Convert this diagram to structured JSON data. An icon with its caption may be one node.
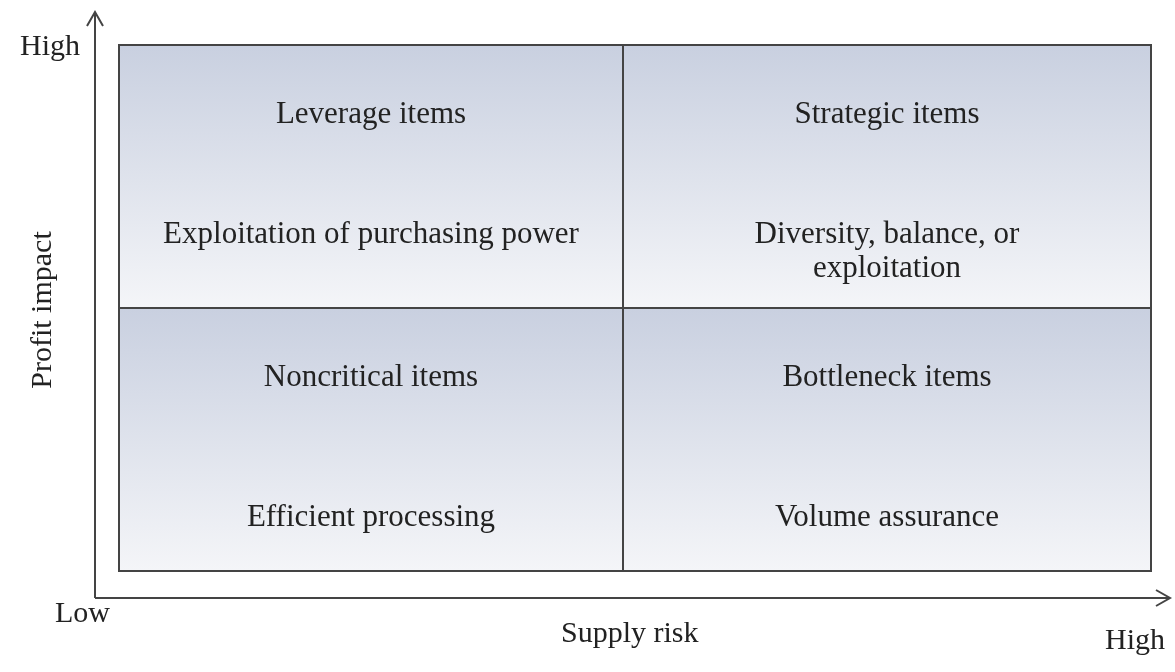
{
  "diagram": {
    "nodes": [
      {
        "text": [
          "Leverage items",
          "Exploitation of purchasing power"
        ]
      },
      {
        "text": [
          "Strategic items",
          "Diversity, balance, or exploitation"
        ]
      },
      {
        "text": [
          "Noncritical items",
          "Efficient processing"
        ]
      },
      {
        "text": [
          "Bottleneck items",
          "Volume assurance"
        ]
      }
    ],
    "edges": [],
    "labels": [
      "High",
      "Profit impact",
      "Low",
      "Supply risk",
      "High"
    ]
  }
}
